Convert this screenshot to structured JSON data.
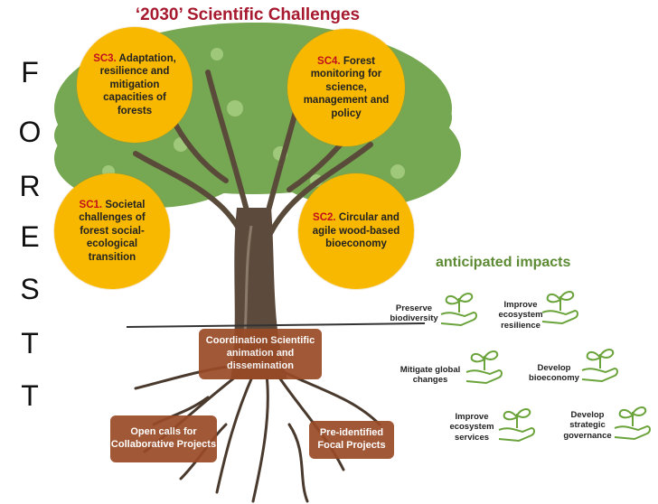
{
  "title": "‘2030’ Scientific Challenges",
  "vertical_word": [
    "F",
    "O",
    "R",
    "E",
    "S",
    "T",
    "T"
  ],
  "challenges": [
    {
      "code": "SC3.",
      "text": "Adaptation, resilience and mitigation capacities of forests"
    },
    {
      "code": "SC4.",
      "text": "Forest monitoring for science, management and policy"
    },
    {
      "code": "SC1.",
      "text": "Societal challenges of forest social-ecological transition"
    },
    {
      "code": "SC2.",
      "text": "Circular and agile wood-based bioeconomy"
    }
  ],
  "boxes": {
    "coordination": "Coordination Scientific animation and dissemination",
    "open_calls": "Open calls for Collaborative Projects",
    "focal": "Pre-identified Focal Projects"
  },
  "impacts": {
    "title": "anticipated impacts",
    "items": [
      "Preserve biodiversity",
      "Improve ecosystem resilience",
      "Mitigate global changes",
      "Develop bioeconomy",
      "Improve ecosystem services",
      "Develop strategic governance"
    ]
  },
  "colors": {
    "title": "#a6192e",
    "circle_fill": "#f9b800",
    "challenge_code": "#c0101f",
    "box_fill": "#9a4a26",
    "impacts_green": "#5c8a32"
  }
}
